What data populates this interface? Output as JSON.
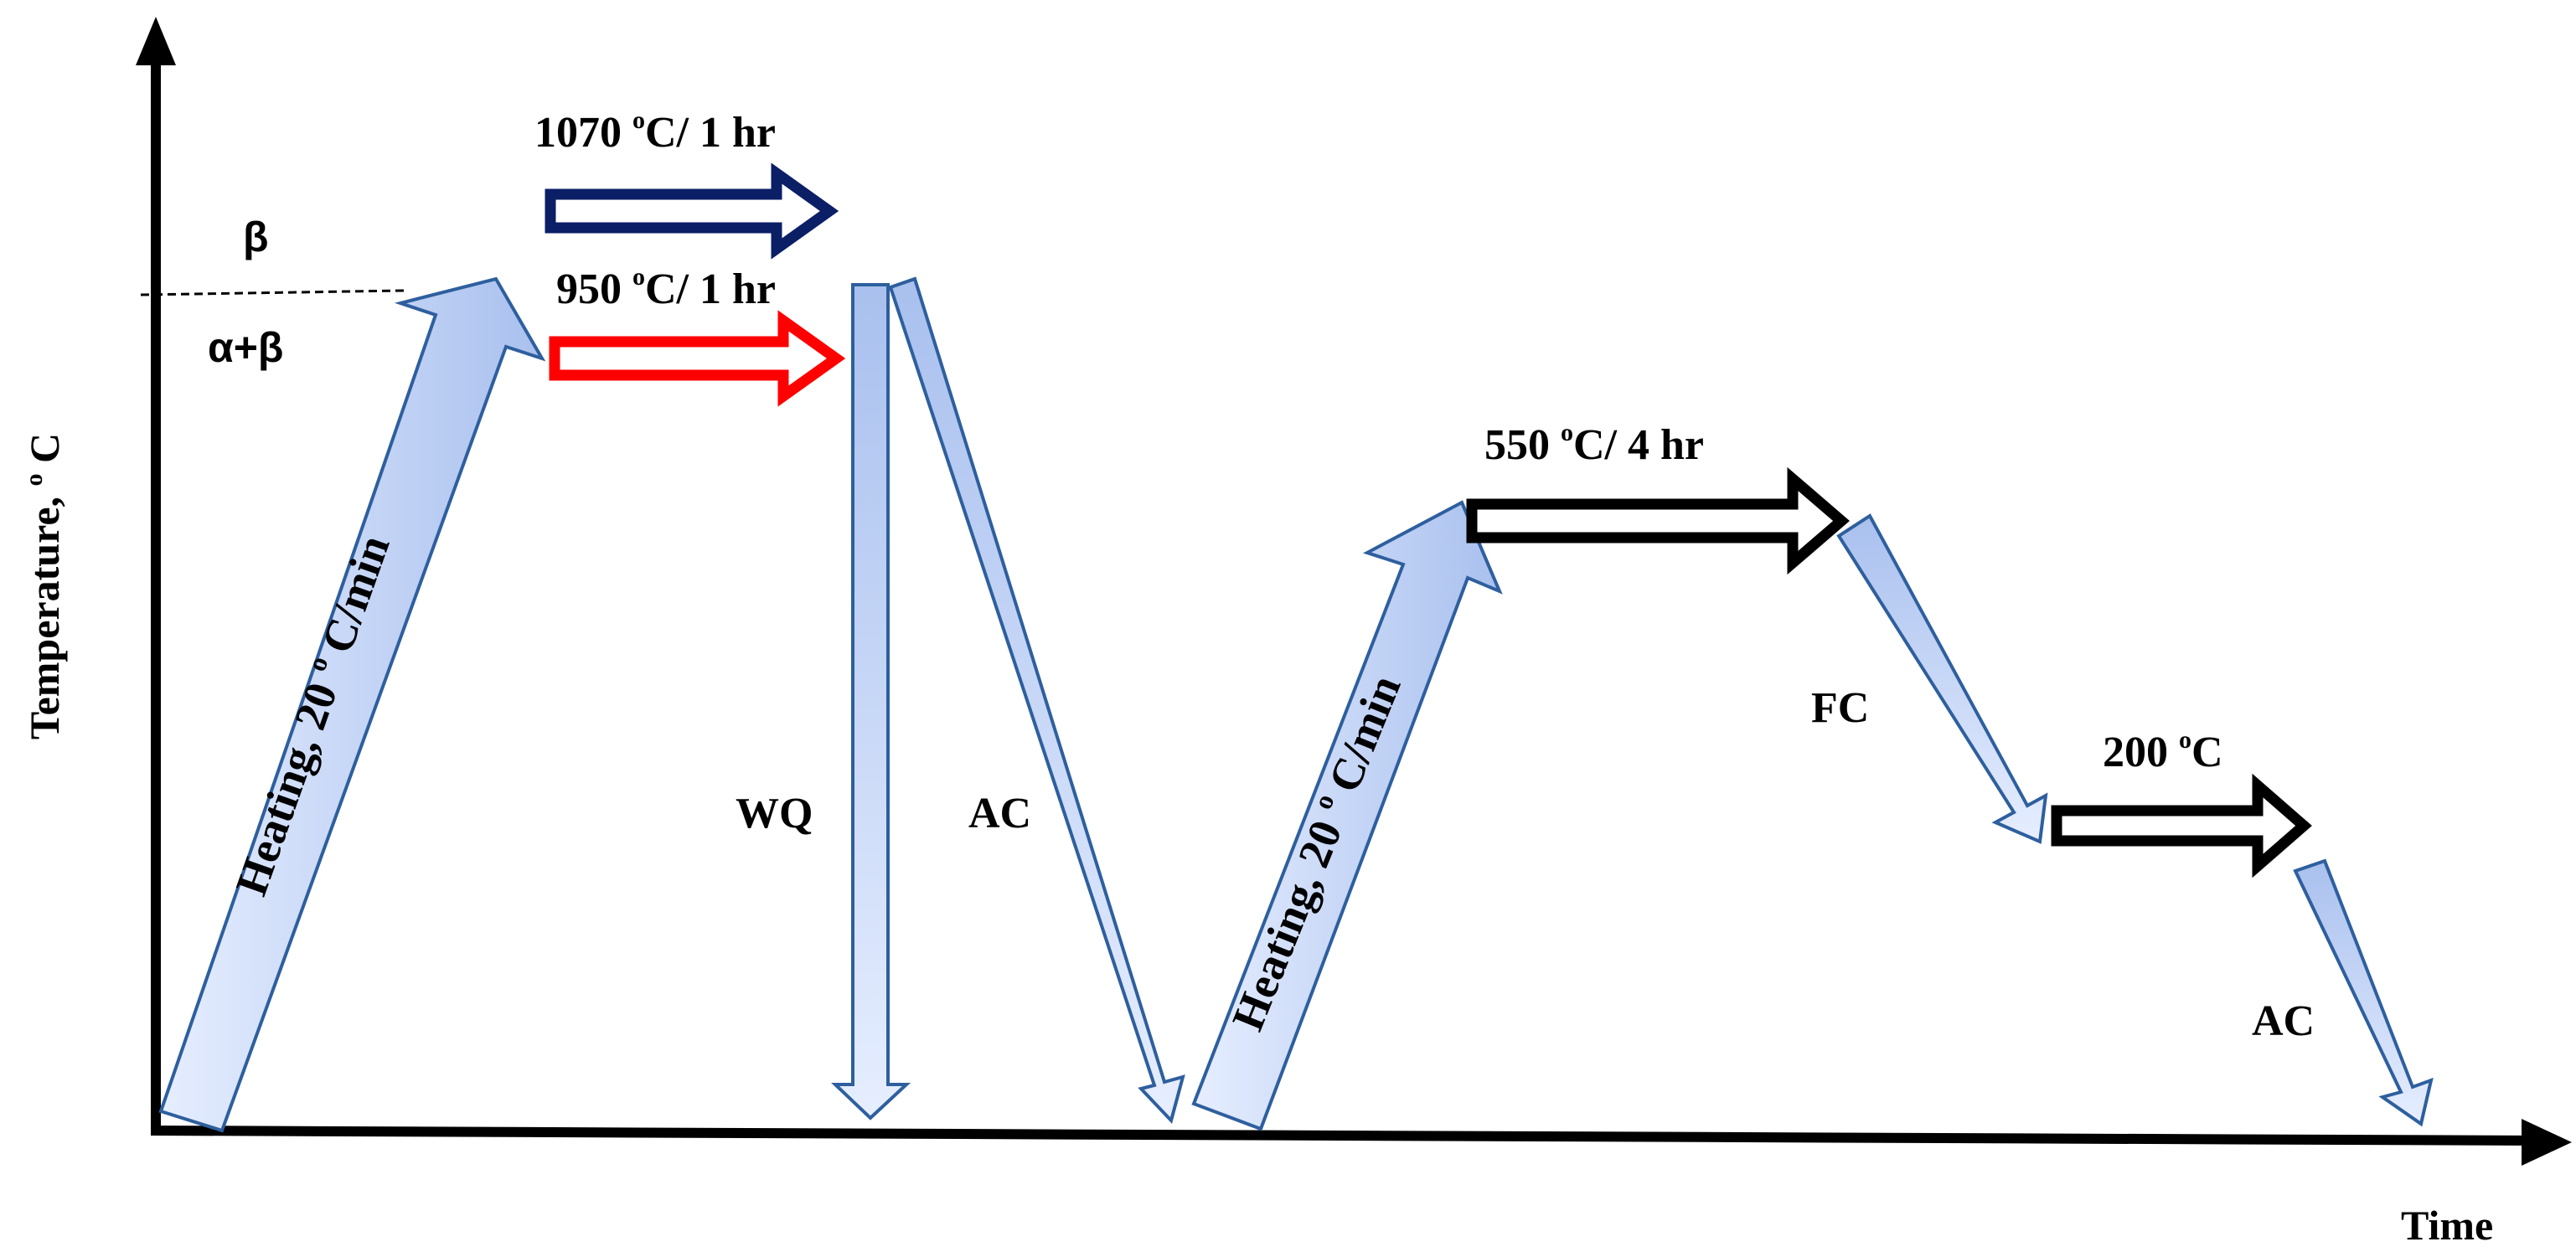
{
  "axes": {
    "y_label": "Temperature, ",
    "y_label_sup": "o",
    "y_label_unit": " C",
    "x_label": "Time"
  },
  "phases": {
    "beta": "β",
    "alpha_beta": "α+β"
  },
  "holds": {
    "beta_hold": {
      "temp": "1070 ",
      "sup": "o",
      "rest": "C/ 1 hr",
      "color": "#0b1f66"
    },
    "alpha_beta_hold": {
      "temp": "950 ",
      "sup": "o",
      "rest": "C/ 1 hr",
      "color": "#ff0000"
    },
    "aging_hold": {
      "temp": "550 ",
      "sup": "o",
      "rest": "C/ 4 hr",
      "color": "#000000"
    },
    "low_hold": {
      "temp": "200 ",
      "sup": "o",
      "rest": "C",
      "color": "#000000"
    }
  },
  "heating": {
    "first": {
      "prefix": "Heating, 20 ",
      "sup": "o",
      "suffix": " C/min"
    },
    "second": {
      "prefix": "Heating, 20 ",
      "sup": "o",
      "suffix": " C/min"
    }
  },
  "cooling": {
    "water_quench": "WQ",
    "air_cool_1": "AC",
    "furnace_cool": "FC",
    "air_cool_2": "AC"
  },
  "colors": {
    "arrow_fill_light": "#e6eeff",
    "arrow_fill_dark": "#a9c0ee",
    "arrow_stroke": "#2e5f9e",
    "axis": "#000000"
  }
}
